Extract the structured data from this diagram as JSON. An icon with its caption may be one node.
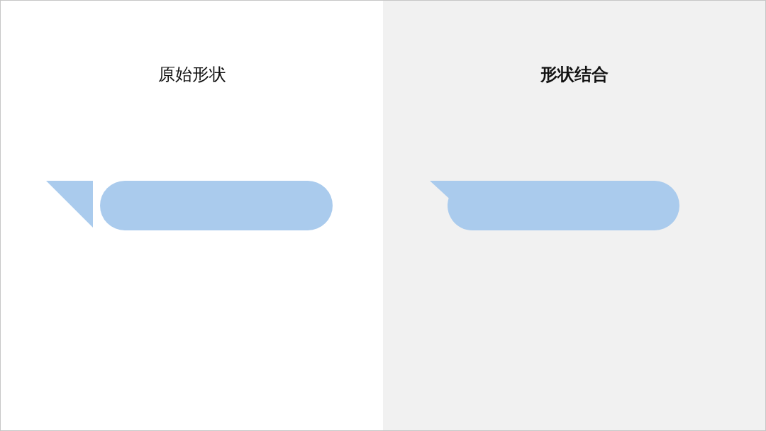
{
  "diagram": {
    "nodes": [
      {
        "text": [
          "原始形状"
        ]
      },
      {
        "text": [],
        "shape": "triangle",
        "in": 0
      },
      {
        "text": [],
        "shape": "bar",
        "in": 0
      },
      {
        "text": [
          "形状结合"
        ]
      },
      {
        "text": [],
        "shape": "callout",
        "in": 3
      }
    ]
  }
}
